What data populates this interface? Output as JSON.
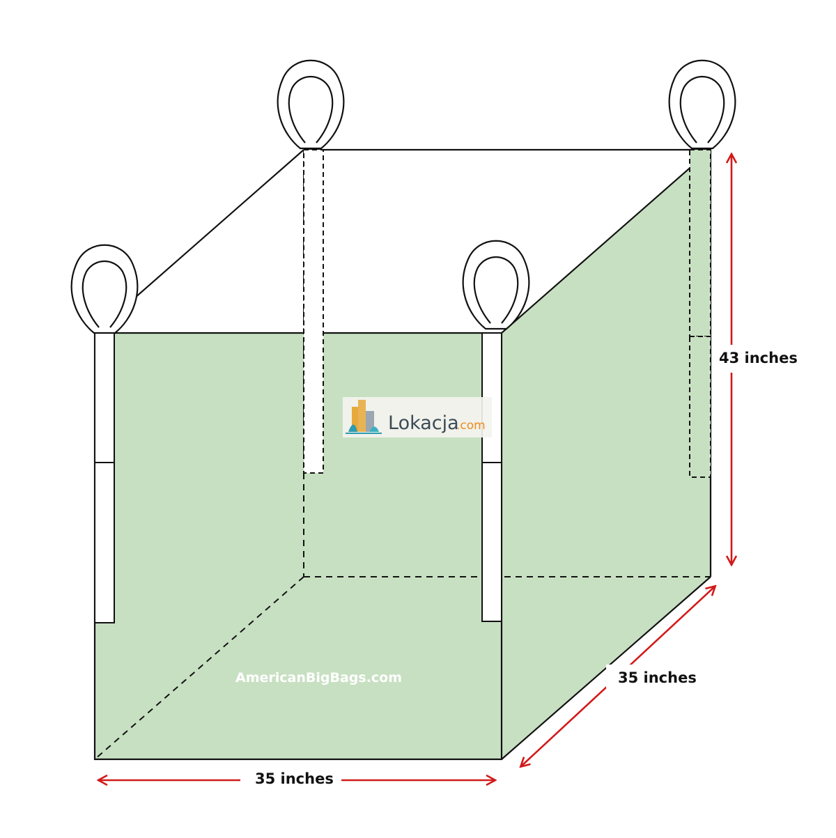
{
  "diagram": {
    "dimensions": {
      "height_label": "43 inches",
      "depth_label": "35 inches",
      "width_label": "35 inches"
    },
    "watermark_text": "AmericanBigBags.com",
    "logo": {
      "name": "Lokacja",
      "tld": ".com"
    },
    "colors": {
      "fill": "#c8e0c2",
      "outline": "#111111",
      "arrow": "#d11a1a"
    }
  }
}
